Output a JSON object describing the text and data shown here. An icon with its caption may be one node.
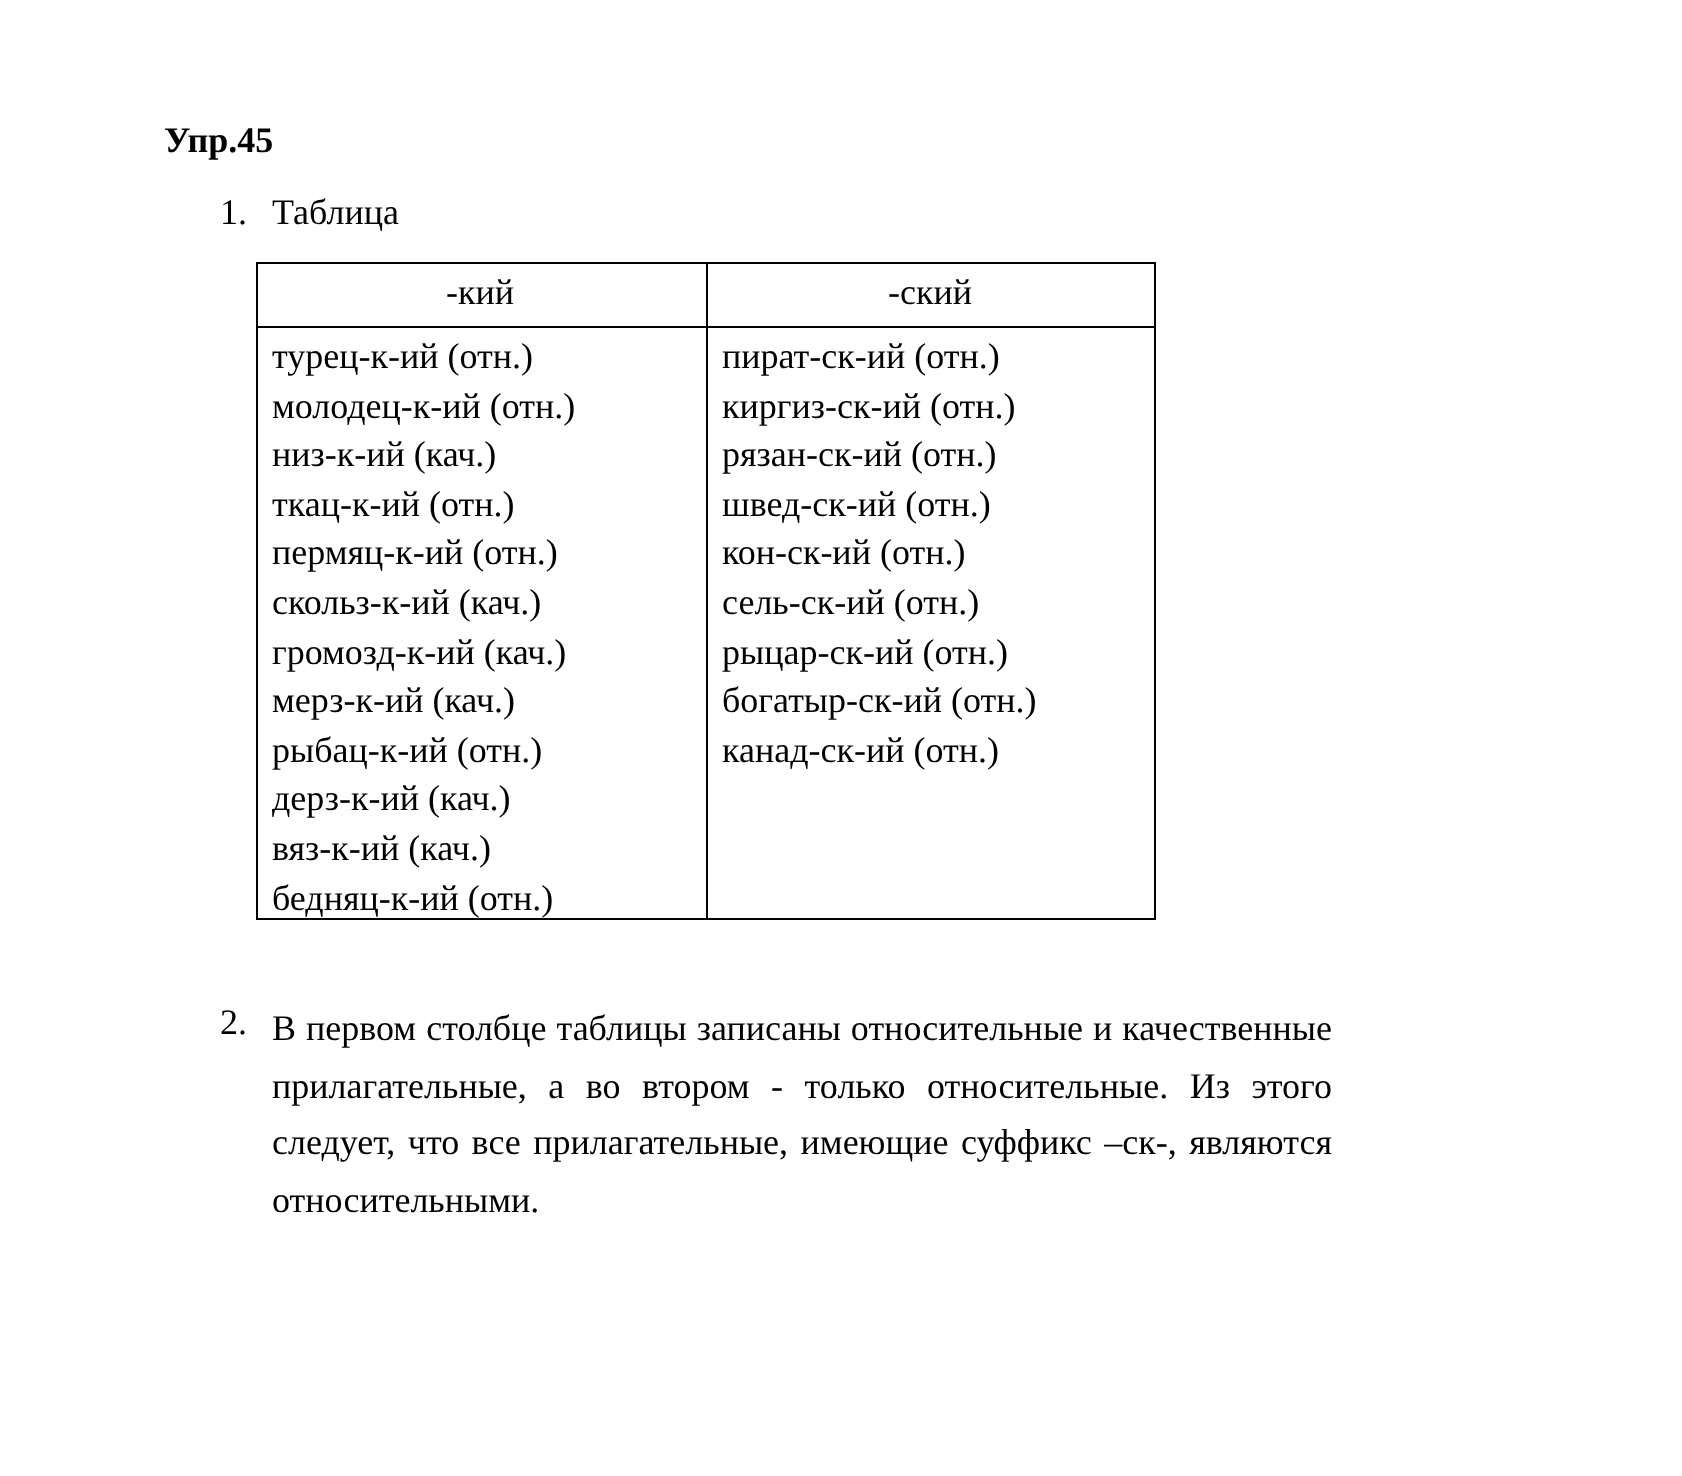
{
  "diagram": {
    "title": "Упр.45",
    "labels": [
      "1.",
      "Таблица",
      "-кий",
      "-ский",
      "турец-к-ий (отн.)",
      "пират-ск-ий (отн.)",
      "молодец-к-ий (отн.)",
      "киргиз-ск-ий (отн.)",
      "низ-к-ий (кач.)",
      "рязан-ск-ий (отн.)",
      "ткац-к-ий (отн.)",
      "швед-ск-ий (отн.)",
      "пермяц-к-ий (отн.)",
      "кон-ск-ий (отн.)",
      "скольз-к-ий (кач.)",
      "сель-ск-ий (отн.)",
      "громозд-к-ий (кач.)",
      "рыцар-ск-ий (отн.)",
      "мерз-к-ий (кач.)",
      "богатыр-ск-ий (отн.)",
      "рыбац-к-ий (отн.)",
      "канад-ск-ий (отн.)",
      "дерз-к-ий (кач.)",
      "вяз-к-ий (кач.)",
      "бедняц-к-ий (отн.)",
      "2.",
      "В первом столбце таблицы записаны относительные и качественные прилагательные, а во втором - только относительные. Из этого следует, что все прилагательные, имеющие суффикс –ск-, являются относительными."
    ]
  }
}
